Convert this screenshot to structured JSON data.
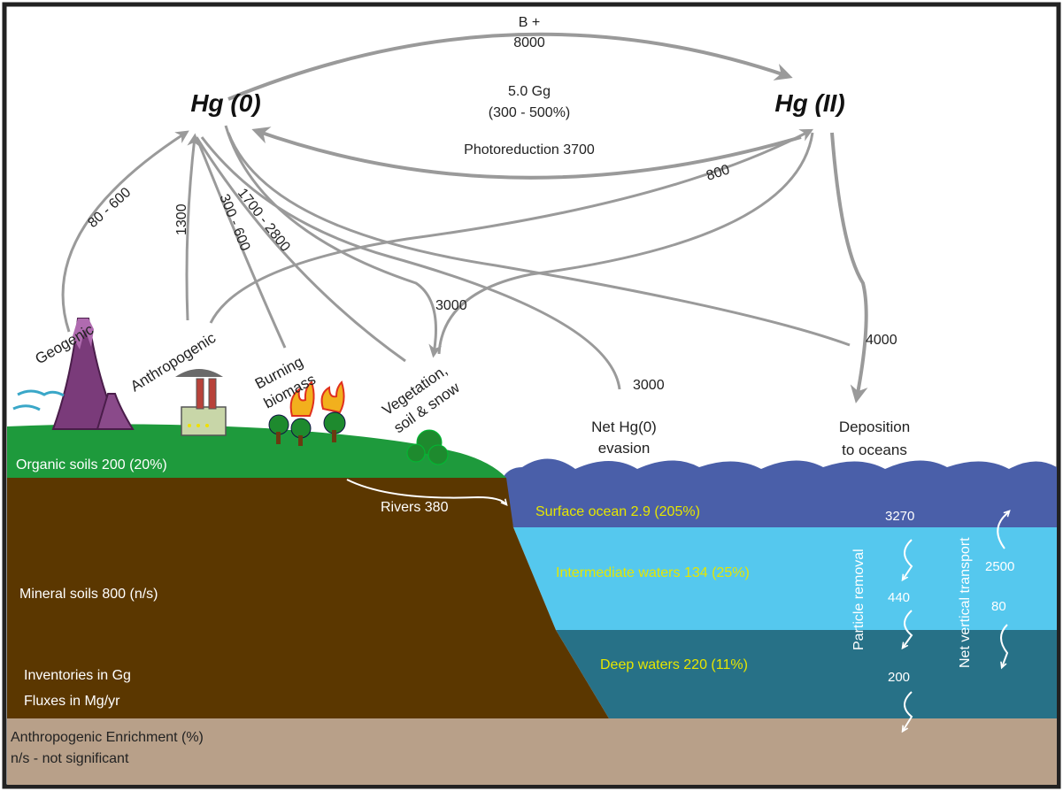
{
  "species": {
    "hg0": "Hg (0)",
    "hg2": "Hg (II)"
  },
  "atmosphere": {
    "oxidation_line1": "B +",
    "oxidation_line2": "8000",
    "inventory_line1": "5.0 Gg",
    "inventory_line2": "(300 - 500%)",
    "photoreduction": "Photoreduction 3700"
  },
  "emission_fluxes": {
    "geogenic": "80 - 600",
    "anthropogenic": "1300",
    "burning": "300 - 600",
    "vegetation": "1700 - 2800",
    "anthro_to_hg2": "800",
    "deposition_land": "3000",
    "ocean_evasion": "3000",
    "ocean_deposition": "4000"
  },
  "sources": {
    "geogenic": "Geogenic",
    "anthropogenic": "Anthropogenic",
    "burning_line1": "Burning",
    "burning_line2": "biomass",
    "veg_line1": "Vegetation,",
    "veg_line2": "soil & snow",
    "evasion_line1": "Net Hg(0)",
    "evasion_line2": "evasion",
    "deposition_line1": "Deposition",
    "deposition_line2": "to oceans"
  },
  "reservoirs": {
    "organic_soils": "Organic soils 200 (20%)",
    "rivers": "Rivers 380",
    "surface_ocean": "Surface ocean 2.9 (205%)",
    "intermediate": "Intermediate waters 134 (25%)",
    "deep": "Deep waters 220 (11%)",
    "mineral_soils": "Mineral soils 800 (n/s)"
  },
  "ocean_fluxes": {
    "particle_removal": "Particle removal",
    "net_vertical": "Net vertical transport",
    "removal_surface": "3270",
    "removal_intermediate": "440",
    "removal_deep": "200",
    "vertical_upper": "2500",
    "vertical_lower": "80"
  },
  "legend": {
    "inventories": "Inventories in Gg",
    "fluxes": "Fluxes in Mg/yr",
    "enrichment": "Anthropogenic Enrichment (%)",
    "ns": "n/s - not significant"
  },
  "colors": {
    "land_green": "#1e9a3c",
    "soil_brown": "#5b3700",
    "bedrock": "#b8a089",
    "surface_ocean": "#4a5fa9",
    "intermediate_water": "#55c8ee",
    "deep_water": "#277187",
    "arrow_gray": "#9a9a9a",
    "ocean_label_yellow": "#e6e600"
  }
}
